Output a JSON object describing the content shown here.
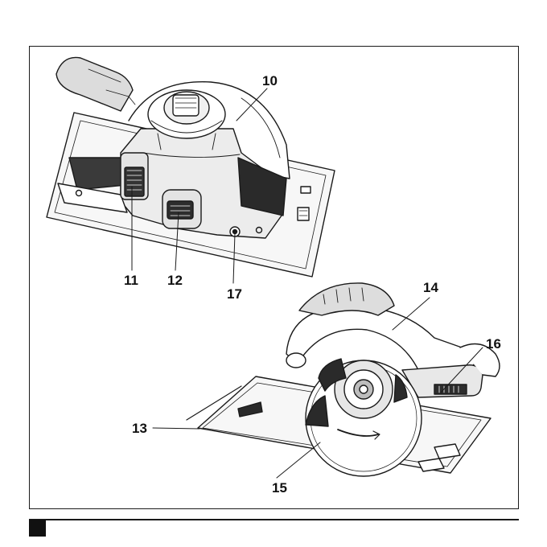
{
  "figure": {
    "top_view": {
      "callouts": {
        "c10": "10",
        "c11": "11",
        "c12": "12",
        "c17": "17"
      }
    },
    "side_view": {
      "callouts": {
        "c13": "13",
        "c14": "14",
        "c15": "15",
        "c16": "16"
      }
    }
  },
  "colors": {
    "line": "#1a1a1a",
    "shade": "#d9d9d9",
    "dark": "#222222"
  }
}
